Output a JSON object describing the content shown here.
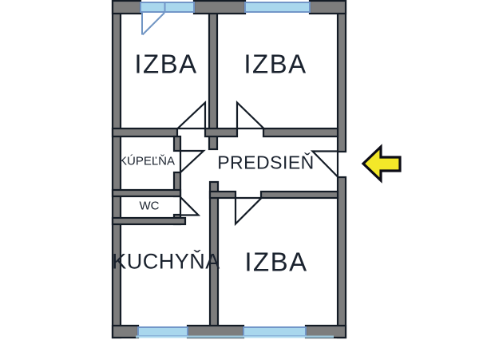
{
  "colors": {
    "wall_fill": "#7d7d7d",
    "wall_outline": "#141c26",
    "window_fill": "#a9d7ed",
    "window_border": "#7296c8",
    "door_blue": "#7296c4",
    "arrow_fill": "#f3e829",
    "arrow_outline": "#0c0c16",
    "text": "#1a222e",
    "bg": "#ffffff"
  },
  "rooms": [
    {
      "id": "izba-top-left",
      "label": "IZBA"
    },
    {
      "id": "izba-top-right",
      "label": "IZBA"
    },
    {
      "id": "kupelna",
      "label": "KÚPEĽŇA"
    },
    {
      "id": "predsien",
      "label": "PREDSIEŇ"
    },
    {
      "id": "wc",
      "label": "WC"
    },
    {
      "id": "kuchyna",
      "label": "KUCHYŇA"
    },
    {
      "id": "izba-bottom",
      "label": "IZBA"
    }
  ],
  "icons": {
    "nav_arrow": "left-arrow"
  }
}
